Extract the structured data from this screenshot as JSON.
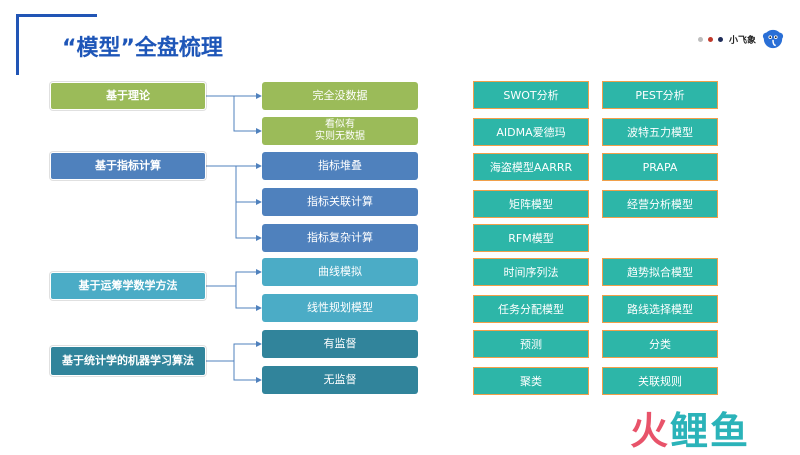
{
  "title": "“模型”全盘梳理",
  "brand": {
    "name": "小飞象",
    "dot_colors": [
      "#bdbdbd",
      "#c0392b",
      "#1f2d5a"
    ],
    "icon": "elephant-mascot-icon"
  },
  "categories": [
    {
      "label": "基于理论",
      "color": "#9bbb59",
      "children": [
        {
          "label": "完全没数据"
        },
        {
          "label": "看似有\n实则无数据"
        }
      ]
    },
    {
      "label": "基于指标计算",
      "color": "#4f81bd",
      "children": [
        {
          "label": "指标堆叠"
        },
        {
          "label": "指标关联计算"
        },
        {
          "label": "指标复杂计算"
        }
      ]
    },
    {
      "label": "基于运筹学数学方法",
      "color": "#4bacc6",
      "children": [
        {
          "label": "曲线模拟"
        },
        {
          "label": "线性规划模型"
        }
      ]
    },
    {
      "label": "基于统计学的机器学习算法",
      "color": "#31849b",
      "children": [
        {
          "label": "有监督"
        },
        {
          "label": "无监督"
        }
      ]
    }
  ],
  "models": [
    [
      "SWOT分析",
      "PEST分析"
    ],
    [
      "AIDMA爱德玛",
      "波特五力模型"
    ],
    [
      "海盗模型AARRR",
      "PRAPA"
    ],
    [
      "矩阵模型",
      "经营分析模型"
    ],
    [
      "RFM模型"
    ],
    [
      "时间序列法",
      "趋势拟合模型"
    ],
    [
      "任务分配模型",
      "路线选择模型"
    ],
    [
      "预测",
      "分类"
    ],
    [
      "聚类",
      "关联规则"
    ]
  ],
  "watermark": {
    "part1": "火",
    "part2": "鲤鱼",
    "colors": [
      "#e8536a",
      "#2bb3b9"
    ]
  }
}
